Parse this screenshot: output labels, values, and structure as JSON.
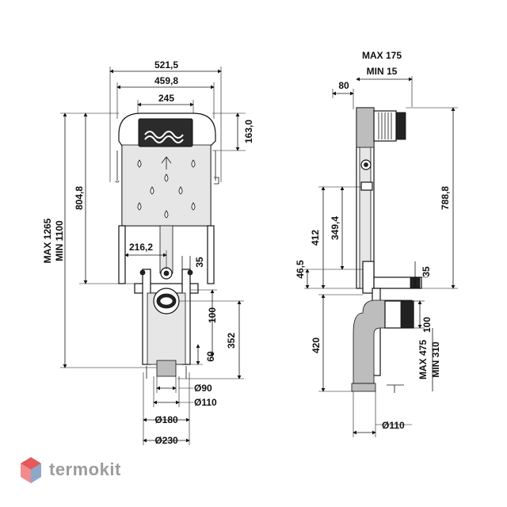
{
  "front": {
    "width_total": "521,5",
    "width_frame": "459,8",
    "width_button": "245",
    "button_height": "163,0",
    "height_inner": "804,8",
    "height_max": "MAX 1265",
    "height_min": "MIN 1100",
    "offset_pipe": "216,2",
    "rod_35": "35",
    "outlet_100": "100",
    "outlet_352": "352",
    "outlet_60": "60",
    "pipe_d90": "Ø90",
    "pipe_d110": "Ø110",
    "width_d180": "Ø180",
    "width_d230": "Ø230"
  },
  "side": {
    "depth_max": "MAX 175",
    "depth_min": "MIN 15",
    "depth_80": "80",
    "height_788": "788,8",
    "height_412": "412",
    "height_349": "349,4",
    "height_46": "46,5",
    "rod_35": "35",
    "outlet_100": "100",
    "height_420": "420",
    "range_max": "MAX 475",
    "range_min": "MIN 310",
    "pipe_d110": "Ø110"
  },
  "brand": {
    "name": "termokit",
    "color_primary": "#9c9c9c",
    "color_logo_red": "#e4595b",
    "color_logo_blue": "#8ea8c8"
  }
}
